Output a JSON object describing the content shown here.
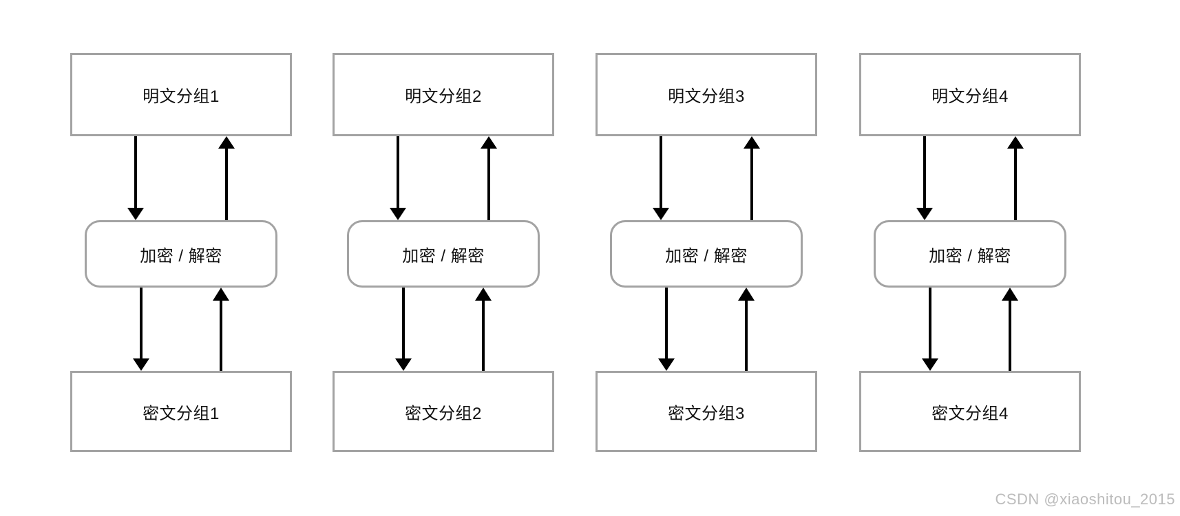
{
  "diagram": {
    "columns": [
      {
        "plaintext": "明文分组1",
        "operation": "加密 / 解密",
        "ciphertext": "密文分组1"
      },
      {
        "plaintext": "明文分组2",
        "operation": "加密 / 解密",
        "ciphertext": "密文分组2"
      },
      {
        "plaintext": "明文分组3",
        "operation": "加密 / 解密",
        "ciphertext": "密文分组3"
      },
      {
        "plaintext": "明文分组4",
        "operation": "加密 / 解密",
        "ciphertext": "密文分组4"
      }
    ],
    "colors": {
      "box_border": "#a3a3a3",
      "arrow": "#000000",
      "text": "#111111",
      "watermark": "#bcbcbc",
      "background": "#ffffff"
    }
  },
  "watermark": {
    "text": "CSDN @xiaoshitou_2015"
  }
}
